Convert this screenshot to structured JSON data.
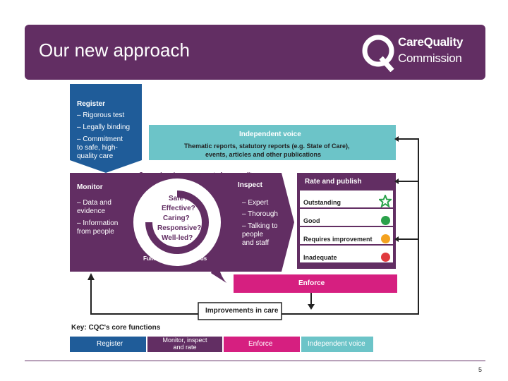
{
  "header": {
    "title": "Our new approach"
  },
  "logo": {
    "line1": "CareQuality",
    "line2": "Commission"
  },
  "register": {
    "title": "Register",
    "bullets": [
      "– Rigorous test",
      "– Legally binding",
      "– Commitment",
      "   to safe, high-",
      "   quality care"
    ]
  },
  "independent_voice": {
    "title": "Independent voice",
    "line1": "Thematic reports, statutory reports (e.g. State of Care),",
    "line2": "events, articles and other publications"
  },
  "monitor": {
    "title": "Monitor",
    "bullets": [
      "– Data and",
      "   evidence",
      "– Information",
      "   from people"
    ]
  },
  "circle": {
    "arc_top": "Comprehensive assessment of care quality",
    "arc_bottom": "Fundamental standards",
    "questions": [
      "Safe?",
      "Effective?",
      "Caring?",
      "Responsive?",
      "Well-led?"
    ]
  },
  "inspect": {
    "title": "Inspect",
    "bullets": [
      "– Expert",
      "– Thorough",
      "– Talking to",
      "   people",
      "   and staff"
    ]
  },
  "rate_publish": {
    "title": "Rate and publish",
    "ratings": [
      {
        "label": "Outstanding",
        "color": "#2aa14a",
        "icon": "star-icon"
      },
      {
        "label": "Good",
        "color": "#2aa14a",
        "icon": "green-dot-icon"
      },
      {
        "label": "Requires improvement",
        "color": "#f4a21f",
        "icon": "amber-dot-icon"
      },
      {
        "label": "Inadequate",
        "color": "#e03a3e",
        "icon": "red-dot-icon"
      }
    ]
  },
  "enforce": {
    "title": "Enforce"
  },
  "improvements": {
    "label": "Improvements in care"
  },
  "key": {
    "title": "Key: CQC's core functions",
    "items": [
      {
        "label": "Register",
        "color": "#1f5c99"
      },
      {
        "label": "Monitor, inspect\nand rate",
        "color": "#622e63"
      },
      {
        "label": "Enforce",
        "color": "#d61f80"
      },
      {
        "label": "Independent voice",
        "color": "#6cc4c8"
      }
    ]
  },
  "colors": {
    "purple": "#622e63",
    "blue": "#1f5c99",
    "magenta": "#d61f80",
    "teal": "#6cc4c8"
  },
  "footer": {
    "page_number": "5"
  }
}
